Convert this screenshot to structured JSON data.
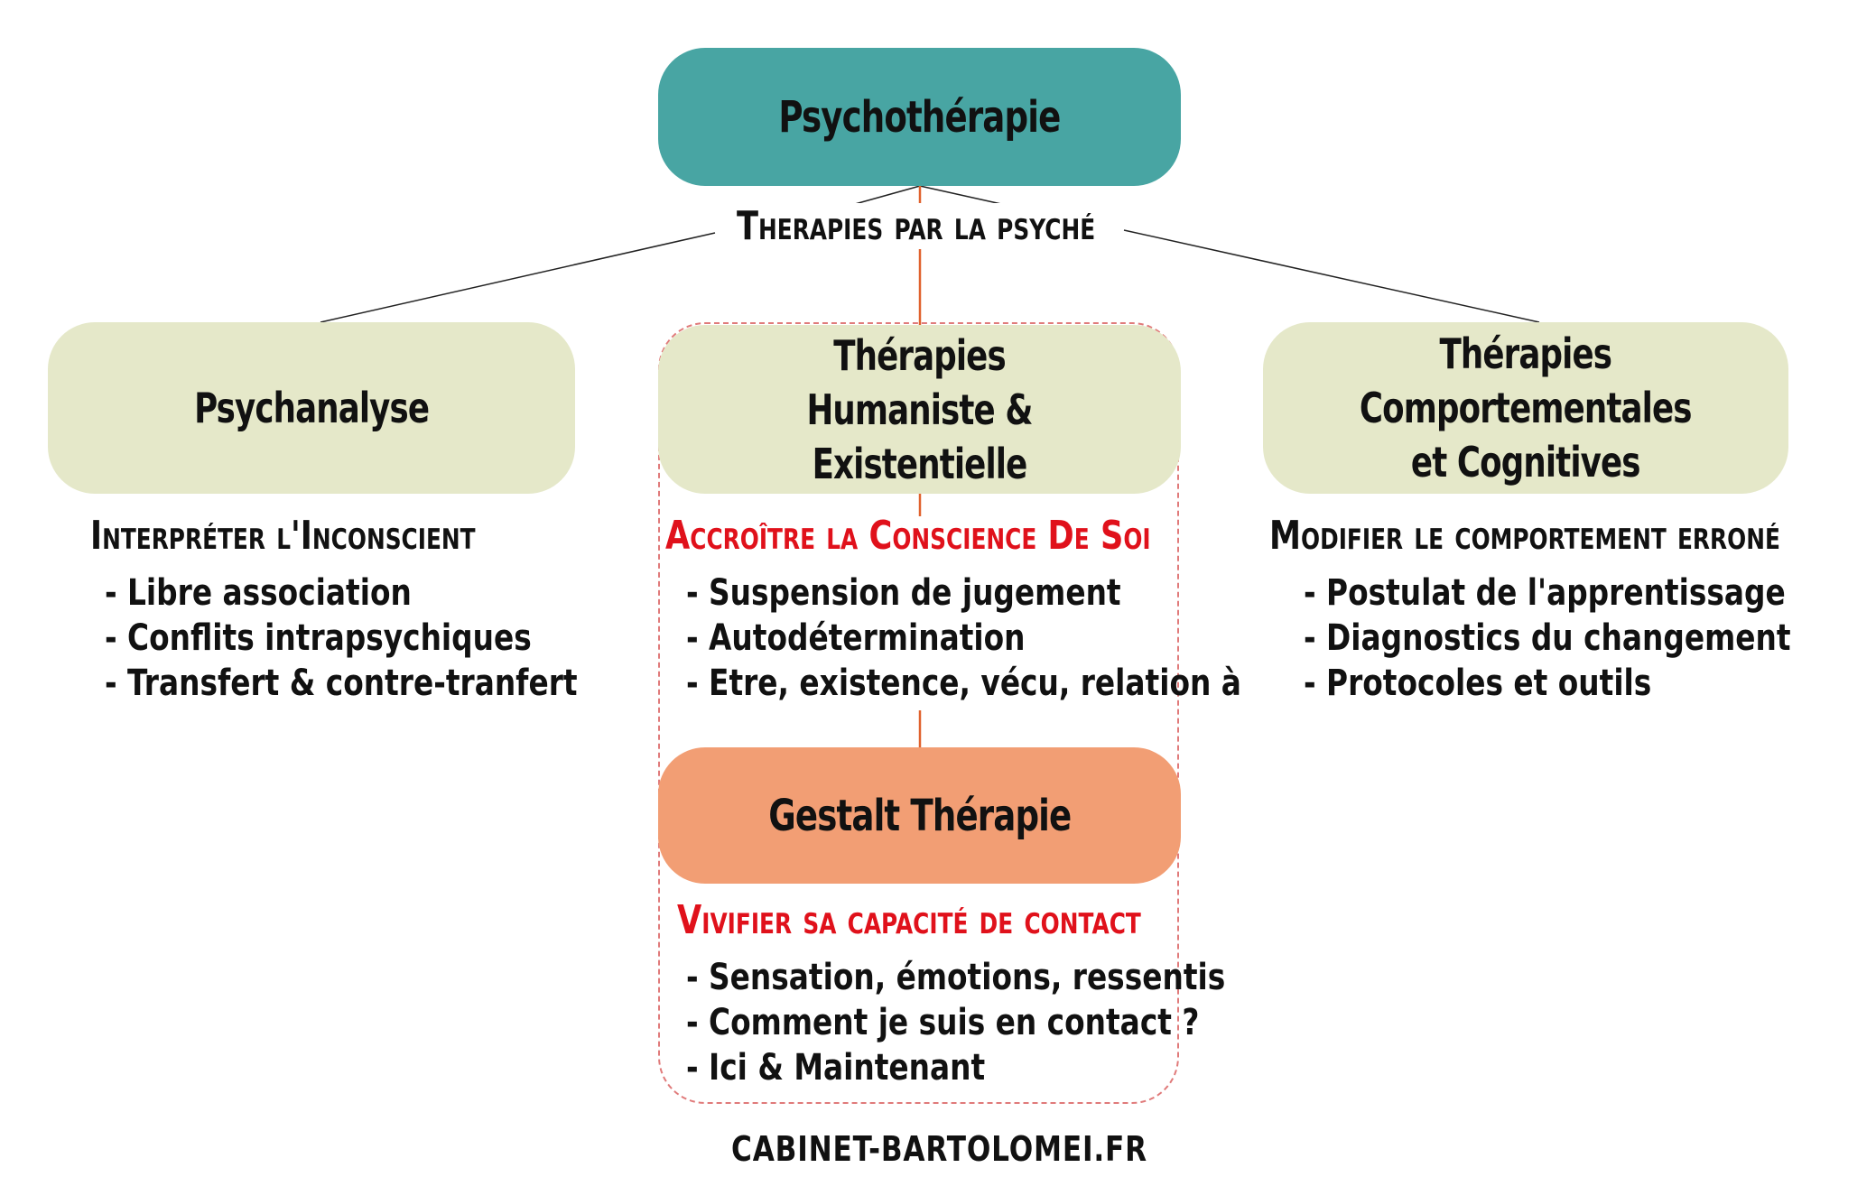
{
  "colors": {
    "root": "#48a5a3",
    "category": "#e5e8c9",
    "gestalt": "#f29e74",
    "accent_red": "#e0111b",
    "orange_line": "#e0622e",
    "dashed_border": "#e07a7a"
  },
  "root": {
    "title": "Psychothérapie"
  },
  "connector": {
    "label": "Therapies par la psyché"
  },
  "categories": [
    {
      "title_lines": [
        "Psychanalyse"
      ],
      "goal": "Interpréter l'Inconscient",
      "items": [
        "Libre association",
        "Conflits intrapsychiques",
        "Transfert & contre-tranfert"
      ]
    },
    {
      "title_lines": [
        "Thérapies",
        "Humaniste & Existentielle"
      ],
      "goal": "Accroître la Conscience De Soi",
      "items": [
        "Suspension de jugement",
        "Autodétermination",
        "Etre, existence, vécu, relation à"
      ]
    },
    {
      "title_lines": [
        "Thérapies",
        "Comportementales",
        "et Cognitives"
      ],
      "goal": "Modifier le comportement erroné",
      "items": [
        "Postulat de l'apprentissage",
        "Diagnostics du changement",
        "Protocoles et outils"
      ]
    }
  ],
  "gestalt": {
    "title": "Gestalt Thérapie",
    "goal": "Vivifier sa capacité de contact",
    "items": [
      "Sensation, émotions, ressentis",
      "Comment je suis en contact ?",
      "Ici & Maintenant"
    ]
  },
  "footer": {
    "text": "CABINET-BARTOLOMEI.FR"
  }
}
